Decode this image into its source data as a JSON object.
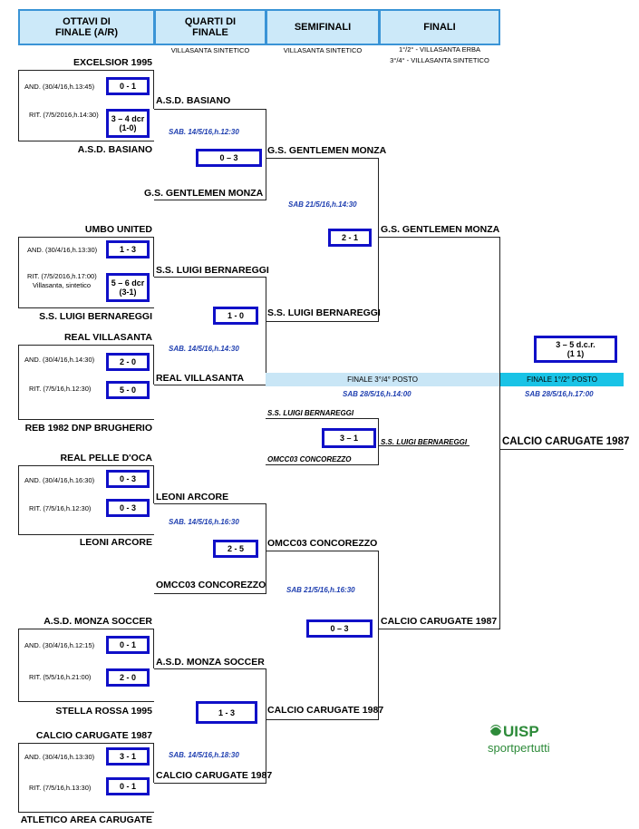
{
  "headers": {
    "ottavi": "OTTAVI DI\nFINALE (A/R)",
    "quarti": "QUARTI DI\nFINALE",
    "semifinali": "SEMIFINALI",
    "finali": "FINALI"
  },
  "venues": {
    "quarti": "VILLASANTA SINTETICO",
    "semifinali": "VILLASANTA SINTETICO",
    "finali_1": "1°/2° - VILLASANTA ERBA",
    "finali_2": "3°/4° - VILLASANTA SINTETICO"
  },
  "ottavi": [
    {
      "home": "EXCELSIOR 1995",
      "away": "A.S.D. BASIANO",
      "leg1": "AND. (30/4/16,h.13:45)",
      "score1": "0 - 1",
      "leg2": "RIT. (7/5/2016,h.14:30)",
      "score2": "3 – 4 dcr\n(1-0)"
    },
    {
      "home": "UMBO UNITED",
      "away": "S.S. LUIGI BERNAREGGI",
      "leg1": "AND. (30/4/16,h.13:30)",
      "score1": "1 - 3",
      "leg2": "RIT. (7/5/2016,h.17:00)",
      "leg2b": "Villasanta, sintetico",
      "score2": "5 – 6 dcr\n(3-1)"
    },
    {
      "home": "REAL VILLASANTA",
      "away": "REB 1982 DNP BRUGHERIO",
      "leg1": "AND. (30/4/16,h.14:30)",
      "score1": "2 - 0",
      "leg2": "RIT. (7/5/16,h.12:30)",
      "score2": "5 - 0"
    },
    {
      "home": "REAL PELLE D'OCA",
      "away": "LEONI ARCORE",
      "leg1": "AND. (30/4/16,h.16:30)",
      "score1": "0 - 3",
      "leg2": "RIT. (7/5/16,h.12:30)",
      "score2": "0 - 3"
    },
    {
      "home": "A.S.D. MONZA SOCCER",
      "away": "STELLA ROSSA 1995",
      "leg1": "AND. (30/4/16,h.12:15)",
      "score1": "0 - 1",
      "leg2": "RIT. (5/5/16,h.21:00)",
      "score2": "2 - 0"
    },
    {
      "home": "CALCIO CARUGATE 1987",
      "away": "ATLETICO AREA CARUGATE",
      "leg1": "AND. (30/4/16,h.13:30)",
      "score1": "3 - 1",
      "leg2": "RIT. (7/5/16,h.13:30)",
      "score2": "0 - 1"
    }
  ],
  "quarti": [
    {
      "top": "A.S.D. BASIANO",
      "bottom": "G.S. GENTLEMEN MONZA",
      "date": "SAB. 14/5/16,h.12:30",
      "score": "0 – 3"
    },
    {
      "top": "S.S. LUIGI BERNAREGGI",
      "bottom": "REAL VILLASANTA",
      "date": "SAB. 14/5/16,h.14:30",
      "score": "1 - 0"
    },
    {
      "top": "LEONI ARCORE",
      "bottom": "OMCC03 CONCOREZZO",
      "date": "SAB. 14/5/16,h.16:30",
      "score": "2 - 5"
    },
    {
      "top": "A.S.D. MONZA SOCCER",
      "bottom": "CALCIO CARUGATE 1987",
      "date": "SAB. 14/5/16,h.18:30",
      "score": "1 - 3"
    }
  ],
  "semifinali": [
    {
      "top": "G.S. GENTLEMEN MONZA",
      "bottom": "S.S. LUIGI BERNAREGGI",
      "date": "SAB 21/5/16,h.14:30",
      "score": "2 - 1"
    },
    {
      "top": "OMCC03 CONCOREZZO",
      "bottom": "CALCIO CARUGATE 1987",
      "date": "SAB 21/5/16,h.16:30",
      "score": "0 – 3"
    }
  ],
  "finali": {
    "top": "G.S. GENTLEMEN MONZA",
    "bottom": "CALCIO CARUGATE 1987",
    "score": "3 – 5  d.c.r.\n(1 1)",
    "band1_label": "FINALE 1°/2° POSTO",
    "band1_date": "SAB 28/5/16,h.17:00",
    "winner": "CALCIO CARUGATE 1987",
    "band34_label": "FINALE 3°/4° POSTO",
    "band34_date": "SAB 28/5/16,h.14:00",
    "third_top": "S.S. LUIGI BERNAREGGI",
    "third_bottom": "OMCC03 CONCOREZZO",
    "third_score": "3 – 1",
    "third_winner": "S.S. LUIGI BERNAREGGI"
  },
  "logo": {
    "name": "UISP",
    "tagline": "sportpertutti"
  },
  "colors": {
    "header_bg": "#cce9f9",
    "header_border": "#3a94d6",
    "score_border": "#1010c8",
    "date_text": "#1f3fb0",
    "band1": "#19c3e6",
    "band34": "#c9e6f6",
    "logo_green": "#2e8b3a"
  }
}
